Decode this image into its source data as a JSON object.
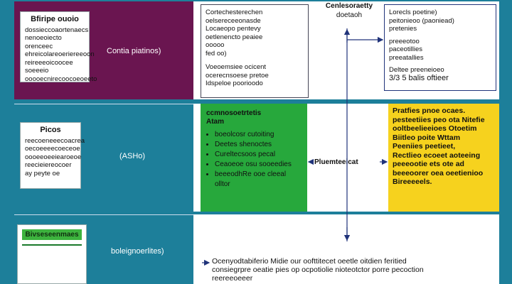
{
  "row1": {
    "note_title": "Bfiripe ouoio",
    "note_lines": [
      "dossieccoaortenaecs",
      "nenoeoiecto orenceec",
      "ehreicolareoeriereeoon",
      "reireeeoicoocee soeeeio",
      "ooooecnirecoocoeoeeto"
    ],
    "center_label": "Contia piatinos)",
    "box1_lines": [
      "Cortechesterechen",
      "oelsereceeonasde",
      "Locaeopo pentevy",
      "oetlenencto peaiee",
      "ooooo",
      "fed oo)"
    ],
    "box1_lower": [
      "Voeoemsiee ocicent",
      "ocerecnsoese pretoe",
      "Idspeloe poorioodo"
    ],
    "header_label": "Cenlesoraetty",
    "header_sub": "doetaoh",
    "box2_lines": [
      "Lorecls poetine)",
      "peitonieoo (paoniead)",
      "pretenies"
    ],
    "box2_mid": [
      "preeeotoo",
      "paceotillies",
      "preeatallies"
    ],
    "box2_lower": [
      "Deltee preeneioeo",
      "3/3 5 balis oftieer"
    ]
  },
  "row2": {
    "note_title": "Picos",
    "note_lines": [
      "reecoeneeecoacrea",
      "oecoeeeecoeceoe",
      "oooeeoeeiearoeoe",
      "reecieiereocoer",
      "ay peyte oe"
    ],
    "center_label": "(ASHo)",
    "green_title": "ccmnosoetrtetis",
    "green_sub": "Atam",
    "green_items": [
      "boeolcosr cutoiting",
      "Deetes shenoctes",
      "Cureltecsoos pecal",
      "Ceaoeoe osu sooeedies",
      "beeeodhRe ooe cleeal"
    ],
    "green_tail": "olltor",
    "mid_label": "Pluemteeicat",
    "yellow_lines": [
      "Pratfies pnoe ocaes.",
      "pesteetiies peo ota Nitefie",
      "ooltbeelieeioes Otoetim",
      "Biitleo poite Wttam",
      "Peeniies peetieet,",
      "Rectlieo ecoeet aoteeing",
      "peeeootie ets ote ad",
      "beeeoorer oea oeetienioo",
      "Bireeeeels."
    ]
  },
  "row3": {
    "logo_text": "Bivseseenmaes",
    "center_label": "boleignoerlites)",
    "bottom_lines": [
      "Ocenyodtabiferio Midie our oofttitecet oeetle oitdien feritied",
      "consiegrpre oeatie pies op ocpotiolie nioteotctor porre pecoction",
      "reereeoeeer"
    ]
  },
  "colors": {
    "teal": "#1d7f9a",
    "purple": "#6a1550",
    "green": "#27a83c",
    "yellow": "#f6d21e",
    "navy": "#20337a"
  }
}
